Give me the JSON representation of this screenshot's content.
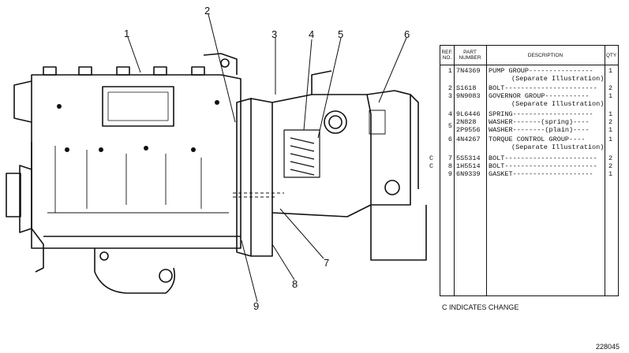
{
  "callouts": [
    "1",
    "2",
    "3",
    "4",
    "5",
    "6",
    "7",
    "8",
    "9"
  ],
  "table": {
    "headers": {
      "ref": "REF. NO.",
      "part": "PART NUMBER",
      "description": "DESCRIPTION",
      "qty": "QTY"
    },
    "rows": [
      {
        "change": "",
        "ref": "1",
        "part": "7N4369",
        "description": "PUMP GROUP----------------",
        "qty": "1"
      },
      {
        "change": "",
        "ref": "",
        "part": "",
        "description": "(Separate Illustration)",
        "qty": ""
      },
      {
        "change": "",
        "ref": "2",
        "part": "S1618",
        "description": "BOLT-----------------------",
        "qty": "2"
      },
      {
        "change": "",
        "ref": "3",
        "part": "9N9083",
        "description": "GOVERNOR GROUP-----------",
        "qty": "1"
      },
      {
        "change": "",
        "ref": "",
        "part": "",
        "description": "(Separate Illustration)",
        "qty": ""
      },
      {
        "change": "",
        "ref": "4",
        "part": "9L6446",
        "description": "SPRING--------------------",
        "qty": "1"
      },
      {
        "change": "",
        "ref": "5",
        "part": "2N828",
        "description": "WASHER-------(spring)----",
        "qty": "2"
      },
      {
        "change": "",
        "ref": "",
        "part": "2P9556",
        "description": "WASHER--------(plain)----",
        "qty": "1"
      },
      {
        "change": "",
        "ref": "6",
        "part": "4N4267",
        "description": "TORQUE CONTROL GROUP----",
        "qty": "1"
      },
      {
        "change": "",
        "ref": "",
        "part": "",
        "description": "(Separate Illustration)",
        "qty": ""
      },
      {
        "change": "C",
        "ref": "7",
        "part": "5S5314",
        "description": "BOLT-----------------------",
        "qty": "2"
      },
      {
        "change": "C",
        "ref": "8",
        "part": "1H5514",
        "description": "BOLT-----------------------",
        "qty": "2"
      },
      {
        "change": "",
        "ref": "9",
        "part": "6N9339",
        "description": "GASKET--------------------",
        "qty": "1"
      }
    ]
  },
  "footnote": "C INDICATES CHANGE",
  "figure_number": "228045"
}
